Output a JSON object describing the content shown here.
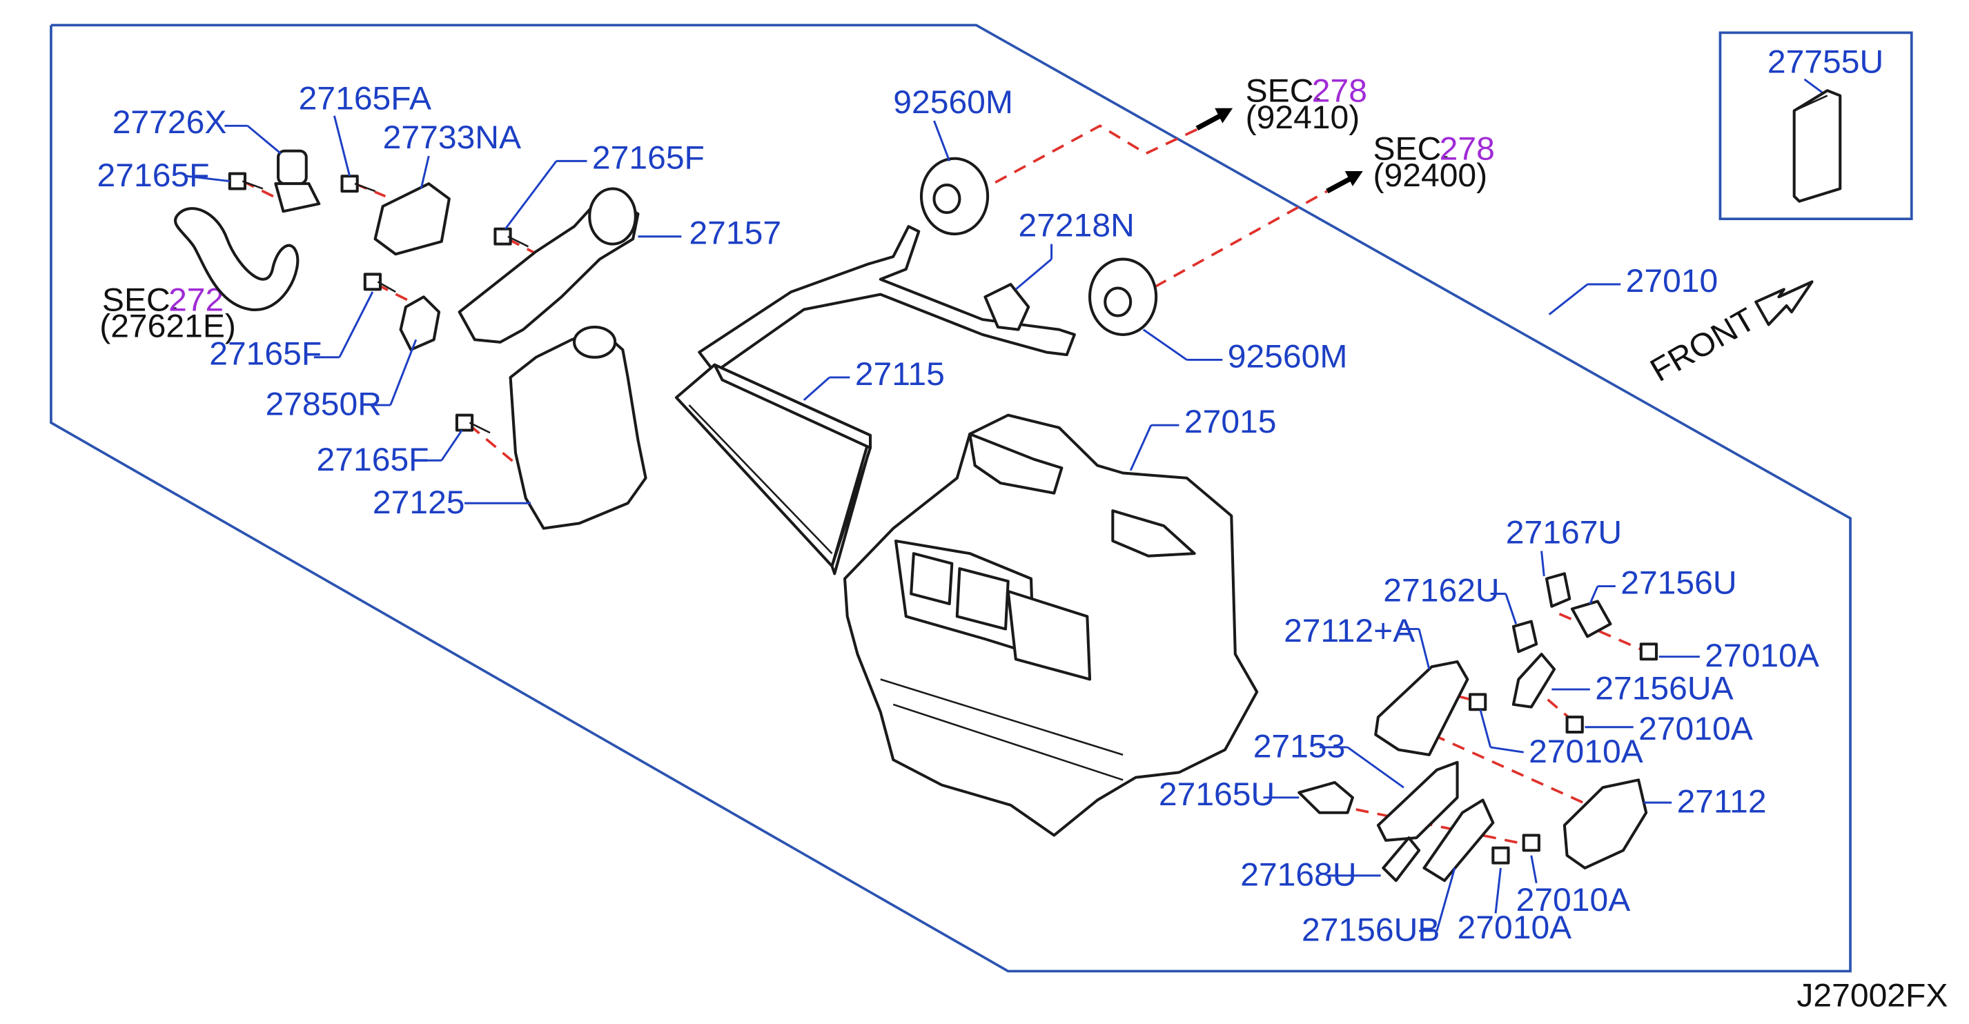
{
  "diagram_code": "J27002FX",
  "front_label": "FRONT",
  "colors": {
    "label": "#1c3fc4",
    "section_ref": "#a02bd6",
    "dash": "#e0312b",
    "frame": "#2b53b0"
  },
  "inset": {
    "part": "27755U"
  },
  "sections": [
    {
      "prefix": "SEC.",
      "number": "278",
      "ref": "(92410)"
    },
    {
      "prefix": "SEC.",
      "number": "278",
      "ref": "(92400)"
    },
    {
      "prefix": "SEC.",
      "number": "272",
      "ref": "(27621E)"
    }
  ],
  "parts": [
    "27726X",
    "27165FA",
    "27733NA",
    "27165F",
    "27165F",
    "27165F",
    "27165F",
    "27850R",
    "27157",
    "27125",
    "92560M",
    "92560M",
    "27218N",
    "27115",
    "27015",
    "27010",
    "27167U",
    "27156U",
    "27162U",
    "27112+A",
    "27010A",
    "27156UA",
    "27010A",
    "27010A",
    "27153",
    "27112",
    "27165U",
    "27168U",
    "27010A",
    "27156UB",
    "27010A"
  ]
}
